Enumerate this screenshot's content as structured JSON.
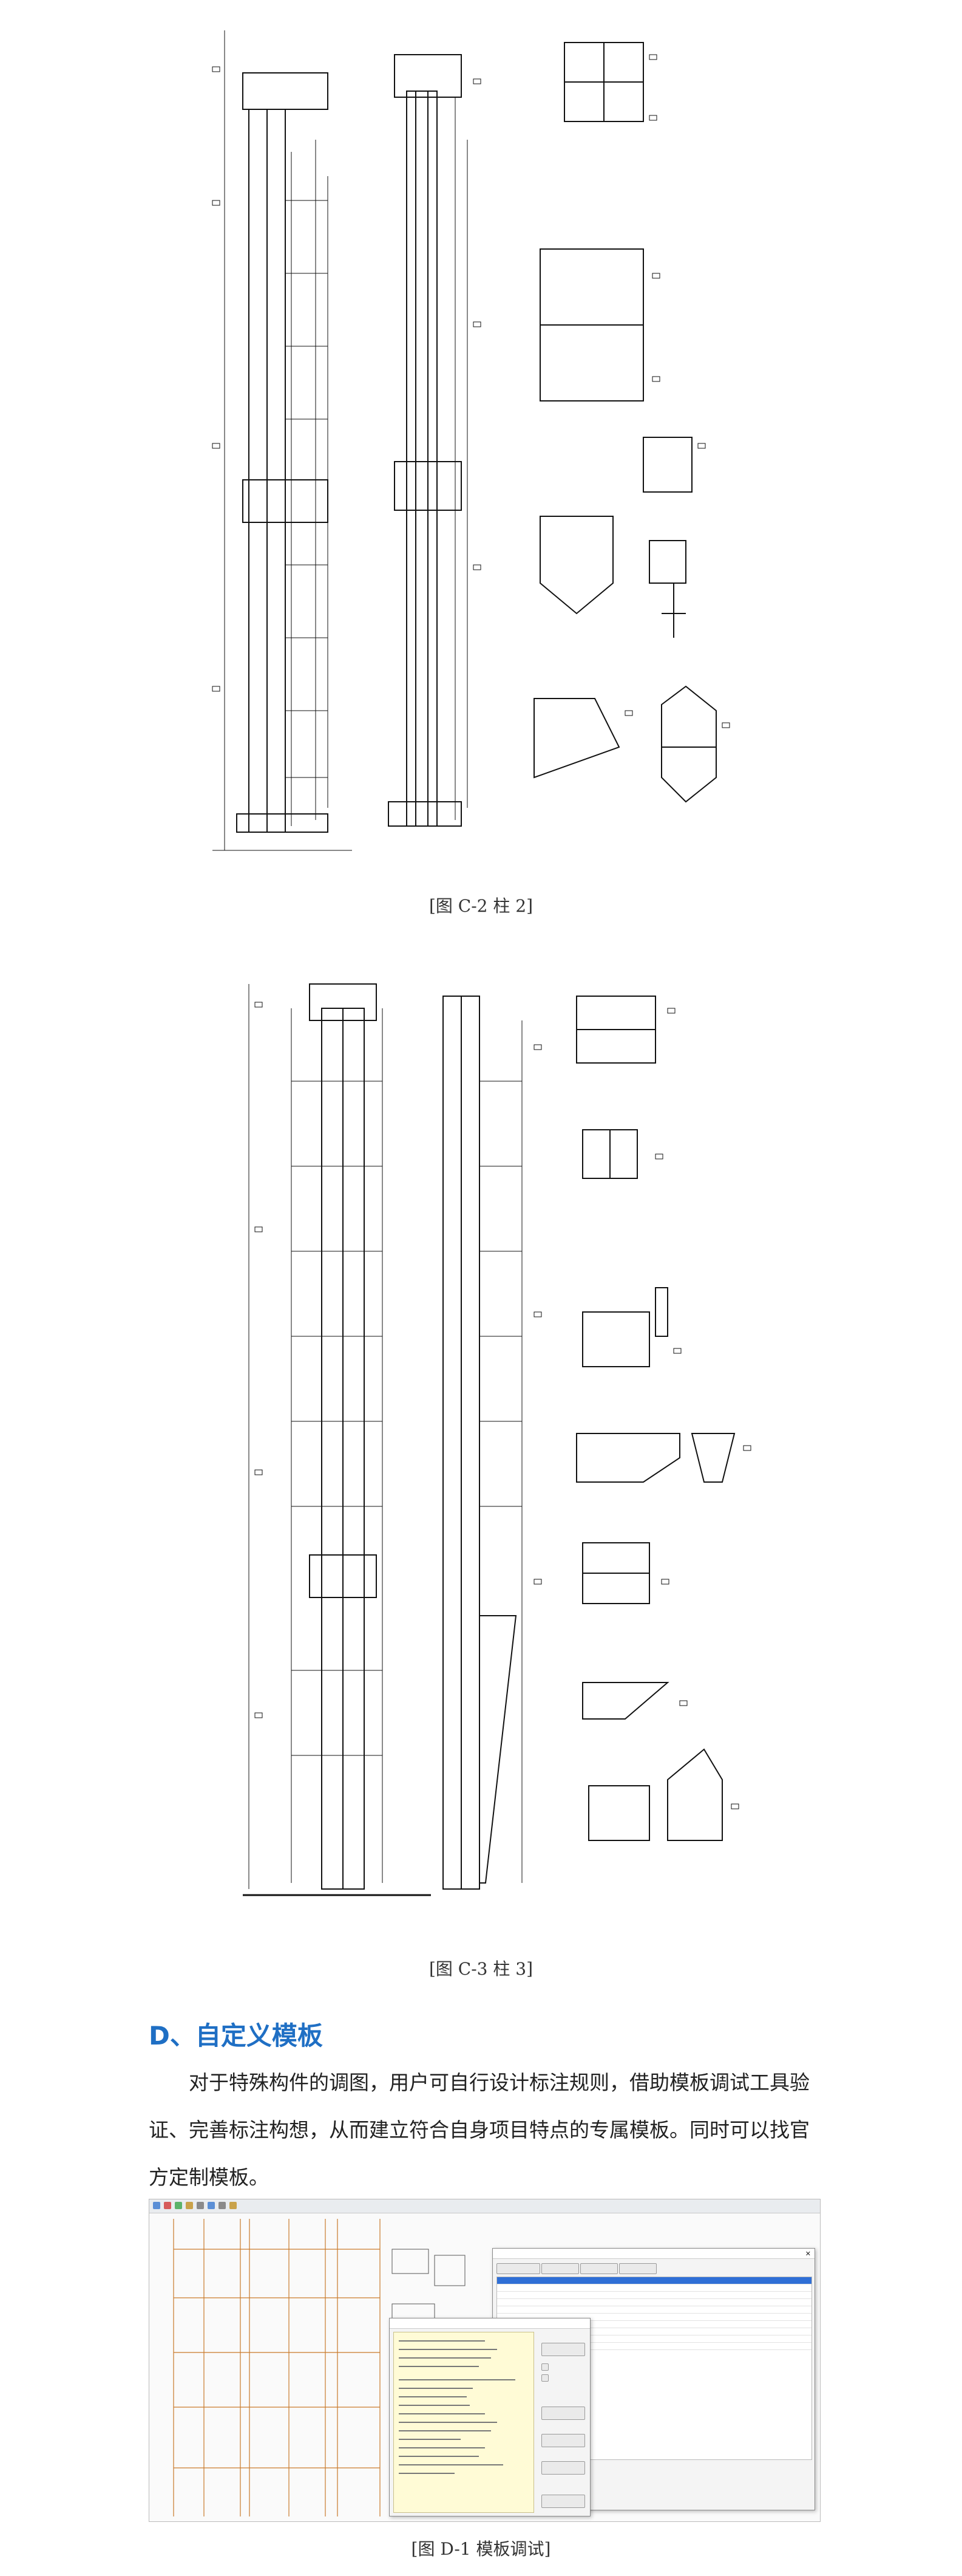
{
  "figures": [
    {
      "caption": "[图 C-2 柱 2]"
    },
    {
      "caption": "[图 C-3 柱 3]"
    },
    {
      "caption": "[图 D-1 模板调试]"
    }
  ],
  "section": {
    "heading": "D、自定义模板",
    "paragraph": "对于特殊构件的调图，用户可自行设计标注规则，借助模板调试工具验证、完善标注构想，从而建立符合自身项目特点的专属模板。同时可以找官方定制模板。"
  },
  "colors": {
    "heading": "#1f6fc4",
    "cad_line": "#111111",
    "cad_dim": "#c97a2b",
    "highlight_row": "#2f6fd6",
    "note_bg": "#fffbd6"
  },
  "icons": [
    "toolbar-icon",
    "window-close-icon"
  ]
}
